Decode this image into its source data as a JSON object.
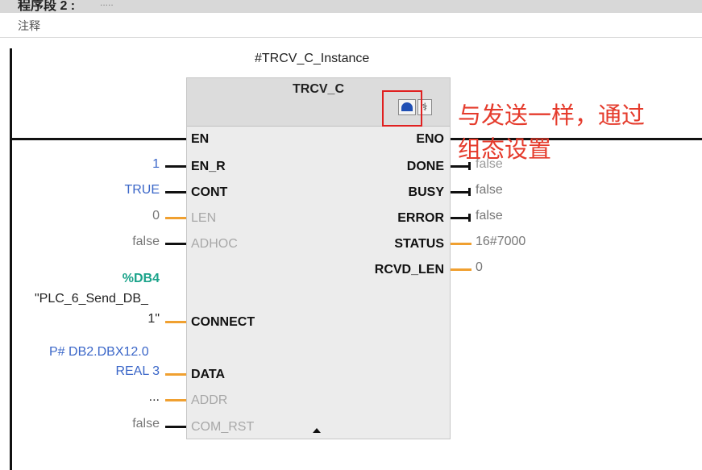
{
  "segment": {
    "title": "程序段 2 :",
    "dots": "....."
  },
  "comment": {
    "label": "注释"
  },
  "block": {
    "instance_name": "#TRCV_C_Instance",
    "type_name": "TRCV_C",
    "icons": {
      "config": "configuration-icon",
      "diagnostics": "diagnostics-icon"
    }
  },
  "inputs": [
    {
      "pin": "EN",
      "value": ""
    },
    {
      "pin": "EN_R",
      "value": "1"
    },
    {
      "pin": "CONT",
      "value": "TRUE"
    },
    {
      "pin": "LEN",
      "value": "0"
    },
    {
      "pin": "ADHOC",
      "value": "false"
    },
    {
      "pin": "CONNECT",
      "value_tag": "%DB4",
      "value_line1": "\"PLC_6_Send_DB_",
      "value_line2": "1\""
    },
    {
      "pin": "DATA",
      "value_line1": "P# DB2.DBX12.0",
      "value_line2": "REAL 3"
    },
    {
      "pin": "ADDR",
      "value": "..."
    },
    {
      "pin": "COM_RST",
      "value": "false"
    }
  ],
  "outputs": [
    {
      "pin": "ENO",
      "value": ""
    },
    {
      "pin": "DONE",
      "value": "false"
    },
    {
      "pin": "BUSY",
      "value": "false"
    },
    {
      "pin": "ERROR",
      "value": "false"
    },
    {
      "pin": "STATUS",
      "value": "16#7000"
    },
    {
      "pin": "RCVD_LEN",
      "value": "0"
    }
  ],
  "annotation": {
    "line1": "与发送一样，通过",
    "line2": "组态设置",
    "color": "#e53b2c"
  },
  "colors": {
    "wire_bool": "#111111",
    "wire_data": "#f0a030",
    "value_blue": "#3a66c8",
    "db_tag": "#1aa38a",
    "highlight": "#e02020"
  }
}
